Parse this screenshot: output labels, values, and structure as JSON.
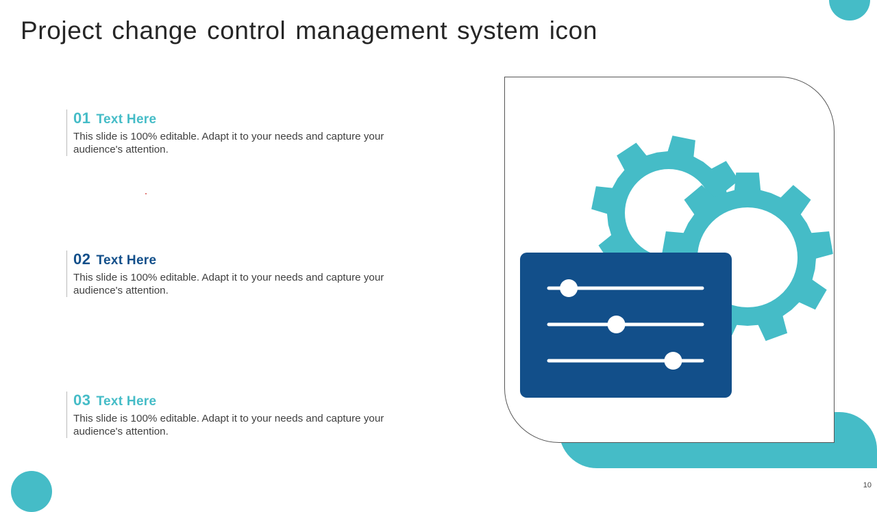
{
  "slide": {
    "title": "Project change control management system icon",
    "page_number": "10"
  },
  "items": [
    {
      "number": "01",
      "heading": "Text Here",
      "body": "This slide is 100% editable. Adapt it to your needs and capture your audience's attention."
    },
    {
      "number": "02",
      "heading": "Text Here",
      "body": "This slide is 100% editable. Adapt it to your needs and capture your audience's attention."
    },
    {
      "number": "03",
      "heading": "Text Here",
      "body": "This slide is 100% editable. Adapt it to your needs and capture your audience's attention."
    }
  ],
  "colors": {
    "teal": "#45bcc7",
    "navy": "#124f8a",
    "title": "#262626"
  },
  "icon": {
    "name": "gears-with-sliders-icon",
    "sliders": [
      0.13,
      0.44,
      0.81
    ]
  }
}
